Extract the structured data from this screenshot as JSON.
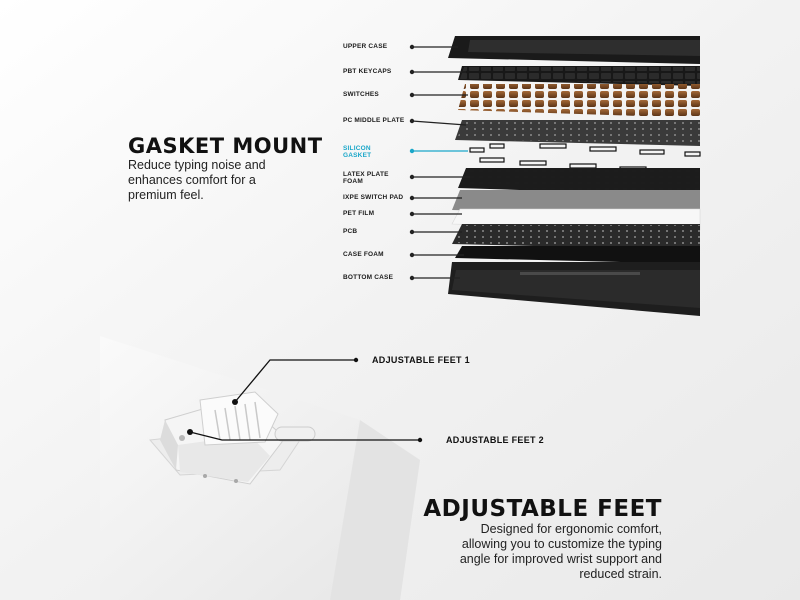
{
  "gasket": {
    "title": "GASKET MOUNT",
    "description": [
      "Reduce typing noise and",
      "enhances comfort for a",
      "premium feel."
    ]
  },
  "layers": [
    [
      "UPPER CASE"
    ],
    [
      "PBT KEYCAPS"
    ],
    [
      "SWITCHES"
    ],
    [
      "PC MIDDLE PLATE"
    ],
    [
      "SILICON",
      "GASKET"
    ],
    [
      "LATEX PLATE",
      "FOAM"
    ],
    [
      "IXPE SWITCH PAD"
    ],
    [
      "PET FILM"
    ],
    [
      "PCB"
    ],
    [
      "CASE FOAM"
    ],
    [
      "BOTTOM CASE"
    ]
  ],
  "highlight_color": "#1aa7c9",
  "feet": {
    "label1": "ADJUSTABLE FEET 1",
    "label2": "ADJUSTABLE FEET 2",
    "title": "ADJUSTABLE FEET",
    "description": [
      "Designed for ergonomic comfort,",
      "allowing you to customize the typing",
      "angle for improved wrist support and",
      "reduced strain."
    ]
  }
}
